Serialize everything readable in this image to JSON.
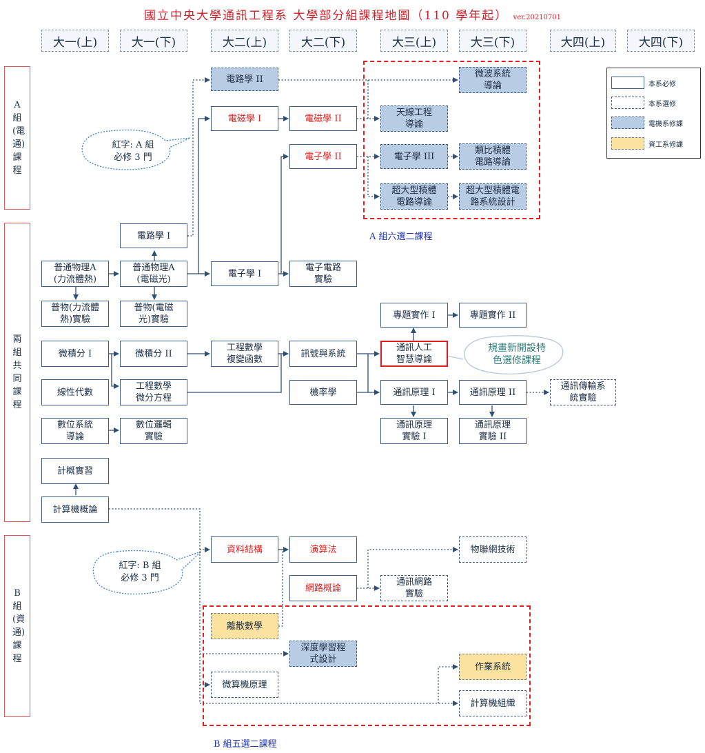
{
  "title": "國立中央大學通訊工程系  大學部分組課程地圖（110 學年起）",
  "version": "ver.20210701",
  "years": [
    "大一(上)",
    "大一(下)",
    "大二(上)",
    "大二(下)",
    "大三(上)",
    "大三(下)",
    "大四(上)",
    "大四(下)"
  ],
  "groups": {
    "a": "A組(電通)課程",
    "common": "兩組共同課程",
    "b": "B組(資通)課程"
  },
  "courses": {
    "circuit2": "電路學 II",
    "microwave": "微波系統\n導論",
    "em1": "電磁學 I",
    "em2": "電磁學 II",
    "antenna": "天線工程\n導論",
    "elec2": "電子學 II",
    "elec3": "電子學 III",
    "analog_ic": "類比積體\n電路導論",
    "vlsi": "超大型積體\n電路導論",
    "vlsi_design": "超大型積體電\n路系統設計",
    "circuit1": "電路學 I",
    "phys_a1": "普通物理A\n(力流體熱)",
    "phys_a2": "普通物理A\n(電磁光)",
    "elec1": "電子學 I",
    "elec_lab": "電子電路\n實驗",
    "phys_lab1": "普物(力流體\n熱)實驗",
    "phys_lab2": "普物(電磁\n光)實驗",
    "project1": "專題實作 I",
    "project2": "專題實作 II",
    "calc1": "微積分 I",
    "calc2": "微積分 II",
    "eng_math_complex": "工程數學\n複變函數",
    "signals": "訊號與系統",
    "comm_ai": "通訊人工\n智慧導論",
    "linear_alg": "線性代數",
    "eng_math_ode": "工程數學\n微分方程",
    "probability": "機率學",
    "comm1": "通訊原理 I",
    "comm2": "通訊原理 II",
    "comm_trans_lab": "通訊傳輸系\n統實驗",
    "digital_sys": "數位系統\n導論",
    "digital_lab": "數位邏輯\n實驗",
    "comm_lab1": "通訊原理\n實驗 I",
    "comm_lab2": "通訊原理\n實驗 II",
    "prog_lab": "計概實習",
    "intro_cs": "計算機概論",
    "data_struct": "資料結構",
    "algorithms": "演算法",
    "iot": "物聯網技術",
    "networks": "網路概論",
    "network_lab": "通訊網路\n實驗",
    "discrete_math": "離散數學",
    "deep_learning": "深度學習程\n式設計",
    "os": "作業系統",
    "microprocessor": "微算機原理",
    "comp_org": "計算機組織"
  },
  "notes": {
    "a_required": "紅字: A 組\n必修 3 門",
    "b_required": "紅字: B 組\n必修 3 門",
    "new_course": "規畫新開設特\n色選修課程"
  },
  "captions": {
    "a_elective": "A 組六選二課程",
    "b_elective": "B  組五選二課程"
  },
  "legend": [
    "本系必修",
    "本系選修",
    "電機系修課",
    "資工系修課"
  ],
  "colors": {
    "accent_red": "#e02020",
    "ee_fill": "#b8cce4",
    "cs_fill": "#fbe29e",
    "line": "#2f4f73"
  }
}
